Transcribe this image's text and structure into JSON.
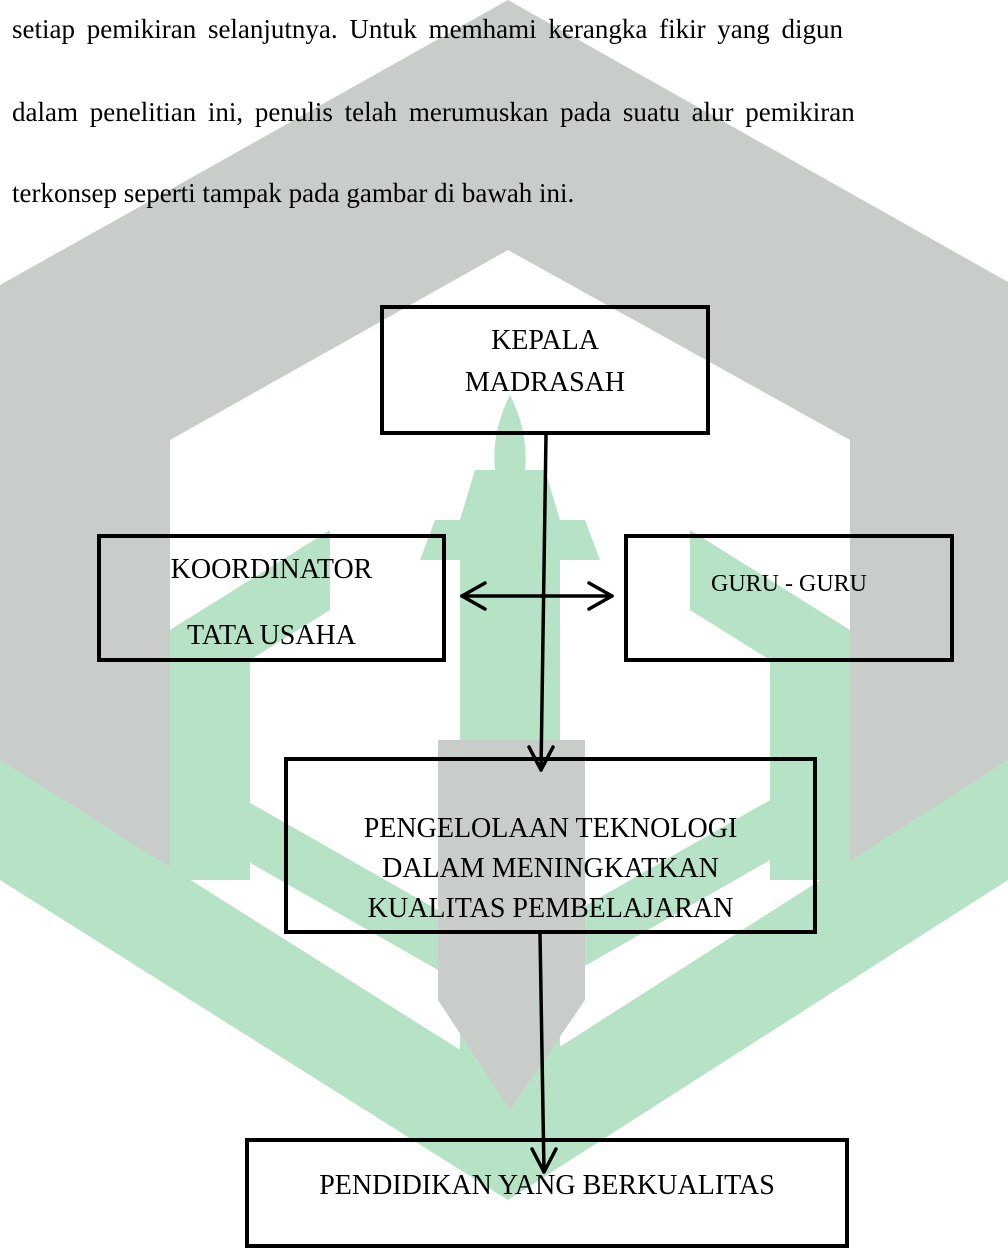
{
  "paragraph": {
    "lines": [
      "setiap pemikiran selanjutnya. Untuk memhami kerangka fikir yang digun",
      "dalam penelitian ini, penulis telah merumuskan pada suatu alur pemikiran",
      "terkonsep seperti tampak pada gambar   di bawah ini."
    ]
  },
  "diagram": {
    "kepala": [
      "KEPALA",
      "MADRASAH"
    ],
    "koordinator": [
      "KOORDINATOR",
      "TATA USAHA"
    ],
    "guru": [
      "GURU - GURU"
    ],
    "pengelolaan": [
      "PENGELOLAAN TEKNOLOGI",
      "DALAM MENINGKATKAN",
      "KUALITAS PEMBELAJARAN"
    ],
    "pendidikan": [
      "PENDIDIKAN YANG BERKUALITAS"
    ]
  },
  "colors": {
    "watermark_gray": "#c9cdca",
    "watermark_green": "#b6e2c5",
    "line": "#000000"
  }
}
